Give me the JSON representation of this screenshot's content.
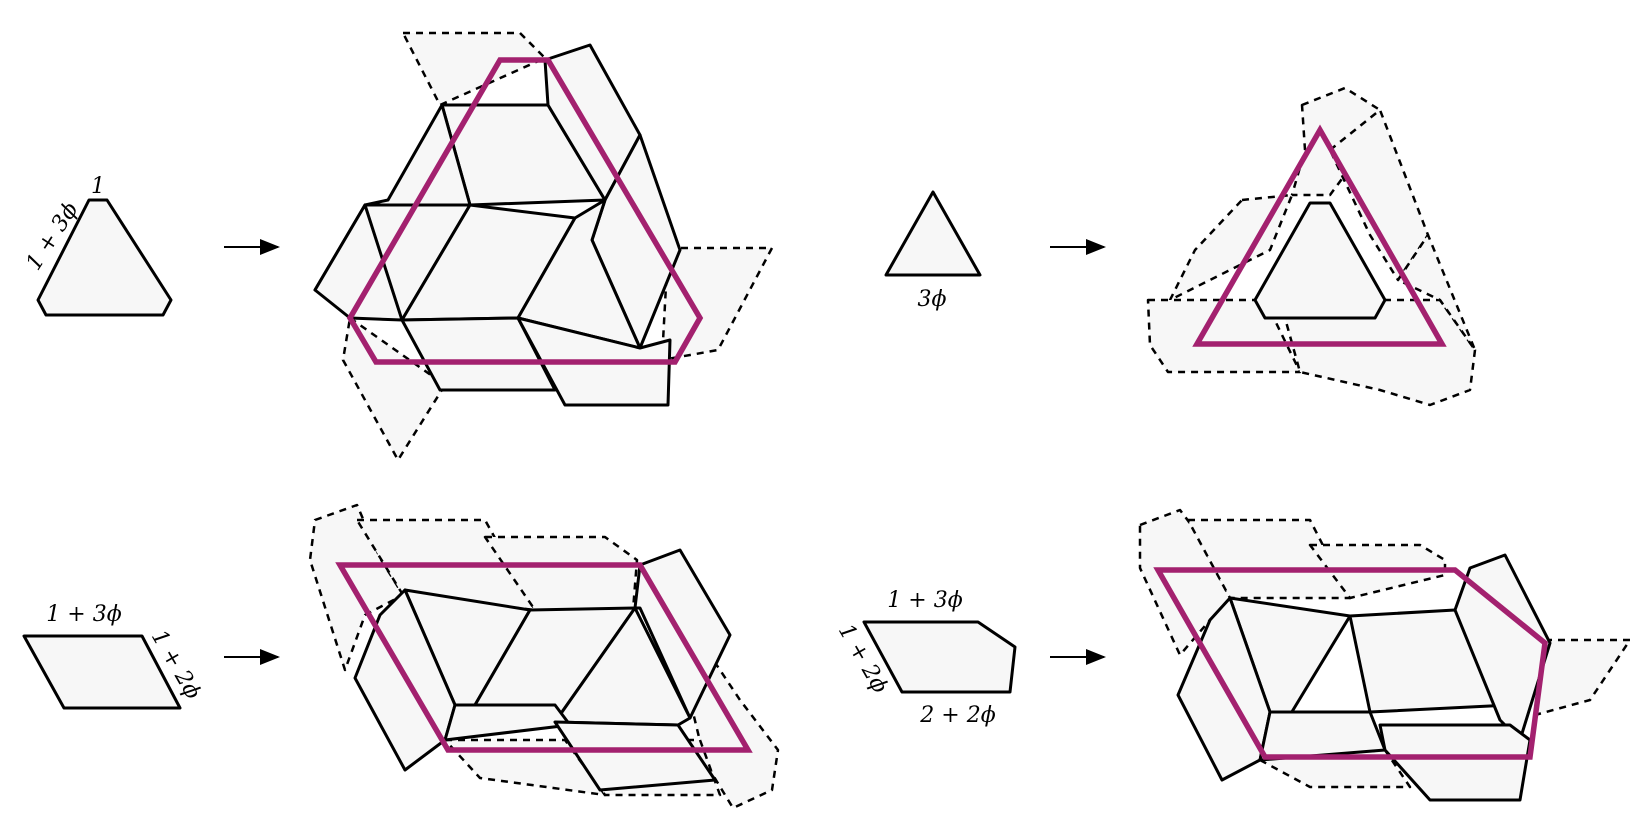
{
  "labels": {
    "hex_top": "1",
    "hex_side": "1 + 3ϕ",
    "triangle_bottom": "3ϕ",
    "rhombus_top": "1 + 3ϕ",
    "rhombus_side": "1 + 2ϕ",
    "pentagon_top": "1 + 3ϕ",
    "pentagon_side": "1 + 2ϕ",
    "pentagon_bottom": "2 + 2ϕ"
  },
  "colors": {
    "tile_fill": "#f7f7f7",
    "outline": "#a3216f",
    "stroke": "#000000"
  }
}
